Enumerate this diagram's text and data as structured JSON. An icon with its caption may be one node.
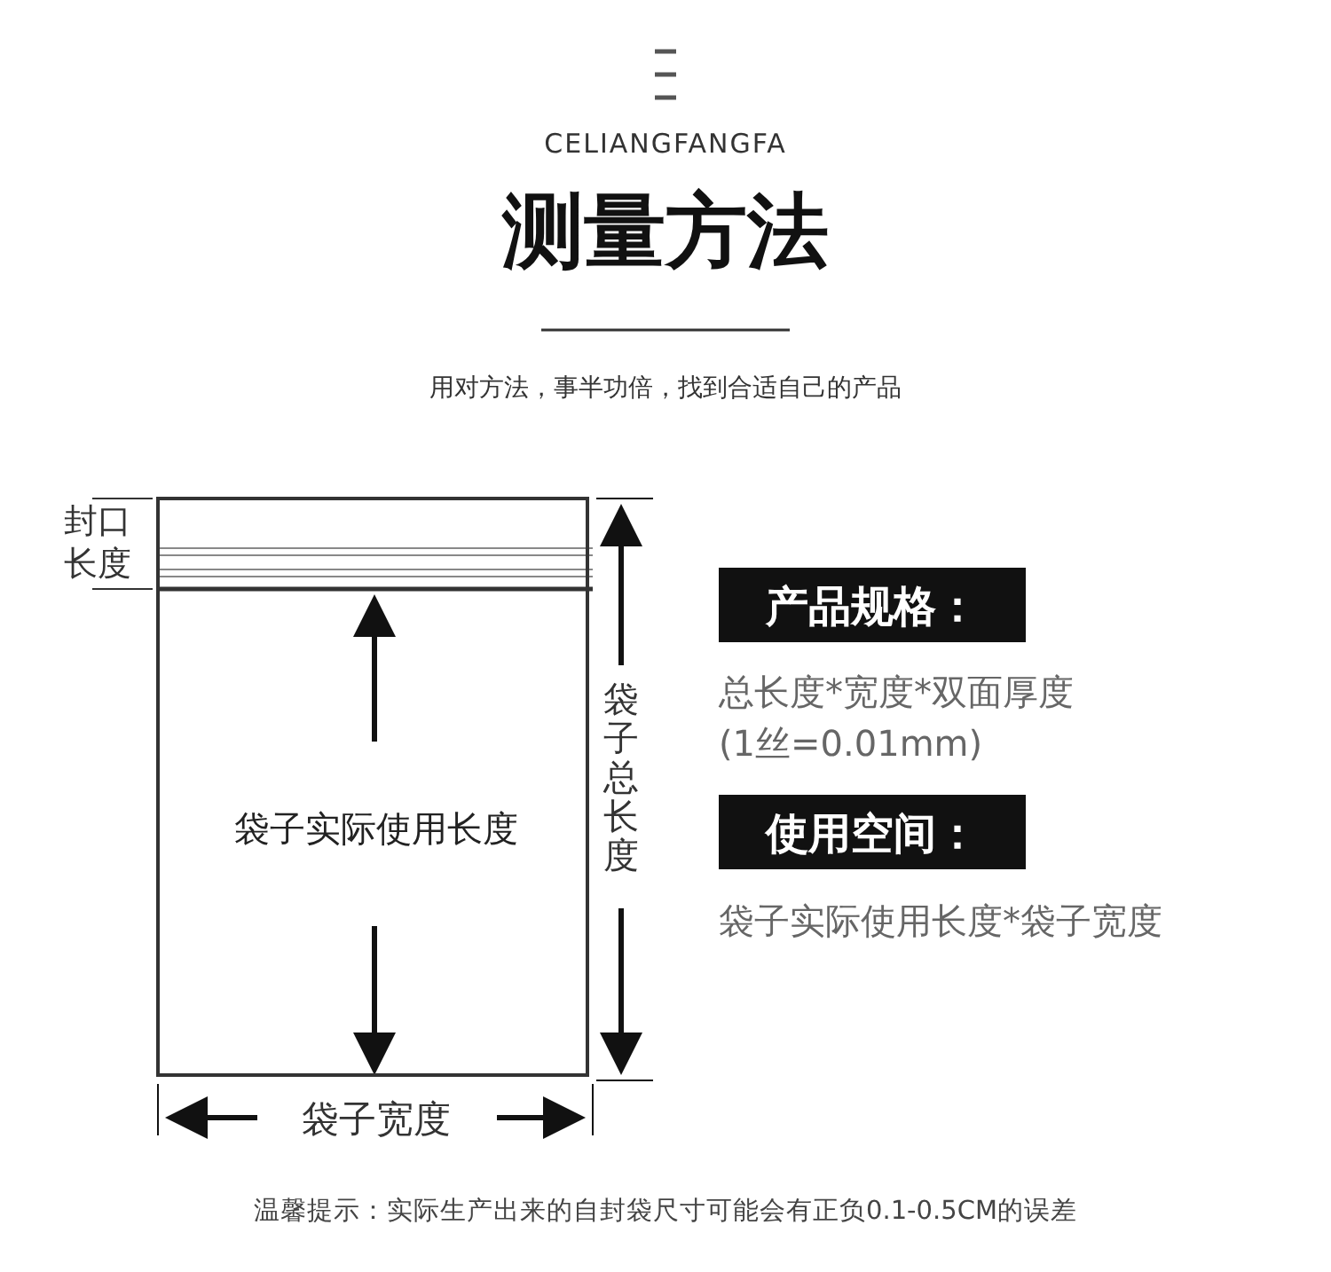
{
  "diagram": {
    "title": "测量方法",
    "caption": "温馨提示：实际生产出来的自封袋尺寸可能会有正负0.1-0.5CM的误差",
    "nodes": [
      {
        "text": [
          "袋子实际使用长度"
        ]
      },
      {
        "text": [
          "产品规格："
        ]
      },
      {
        "text": [
          "使用空间："
        ]
      }
    ],
    "labels": [
      "CELIANGFANGFA",
      "用对方法，事半功倍，找到合适自己的产品",
      "封口长度",
      "袋子总长度",
      "袋子宽度",
      "总长度*宽度*双面厚度",
      "(1丝=0.01mm)",
      "袋子实际使用长度*袋子宽度"
    ]
  }
}
